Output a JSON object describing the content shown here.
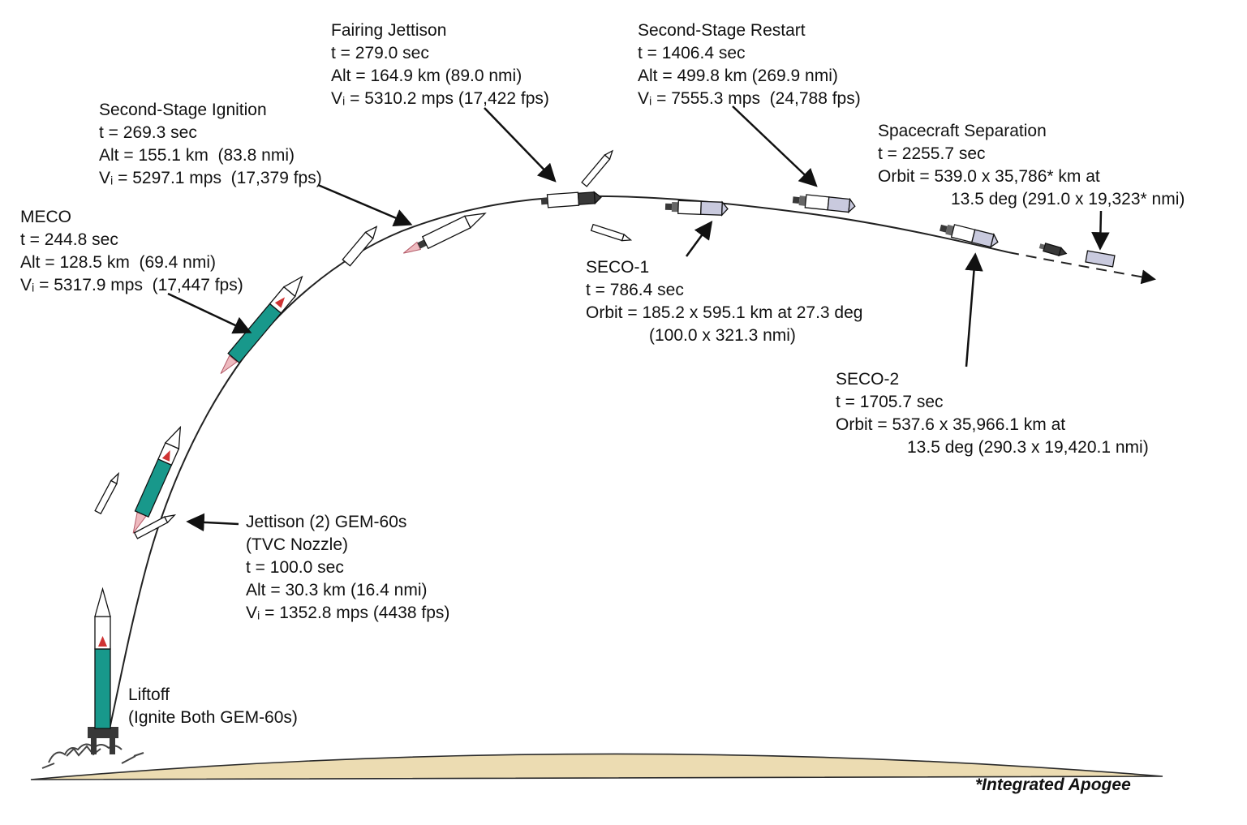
{
  "annotations": {
    "fairing_jettison": {
      "lines": [
        "Fairing Jettison",
        "t = 279.0 sec",
        "Alt = 164.9 km (89.0 nmi)",
        "Vᵢ = 5310.2 mps (17,422 fps)"
      ]
    },
    "second_stage_restart": {
      "lines": [
        "Second-Stage Restart",
        "t = 1406.4 sec",
        "Alt = 499.8 km (269.9 nmi)",
        "Vᵢ = 7555.3 mps  (24,788 fps)"
      ]
    },
    "second_stage_ignition": {
      "lines": [
        "Second-Stage Ignition",
        "t = 269.3 sec",
        "Alt = 155.1 km  (83.8 nmi)",
        "Vᵢ = 5297.1 mps  (17,379 fps)"
      ]
    },
    "spacecraft_separation": {
      "lines": [
        "Spacecraft Separation",
        "t = 2255.7 sec",
        "Orbit = 539.0 x 35,786* km at",
        "13.5 deg (291.0 x 19,323* nmi)"
      ]
    },
    "meco": {
      "lines": [
        "MECO",
        "t = 244.8 sec",
        "Alt = 128.5 km  (69.4 nmi)",
        "Vᵢ = 5317.9 mps  (17,447 fps)"
      ]
    },
    "seco_1": {
      "lines": [
        "SECO-1",
        "t = 786.4 sec",
        "Orbit = 185.2 x 595.1 km at 27.3 deg",
        "(100.0 x 321.3 nmi)"
      ]
    },
    "seco_2": {
      "lines": [
        "SECO-2",
        "t = 1705.7 sec",
        "Orbit = 537.6 x 35,966.1 km at",
        "13.5 deg (290.3 x 19,420.1 nmi)"
      ]
    },
    "gem_jettison": {
      "lines": [
        "Jettison (2) GEM-60s",
        "(TVC Nozzle)",
        "t = 100.0 sec",
        "Alt = 30.3 km (16.4 nmi)",
        "Vᵢ = 1352.8 mps (4438 fps)"
      ]
    },
    "liftoff": {
      "lines": [
        "Liftoff",
        "(Ignite Both GEM-60s)"
      ]
    }
  },
  "footnote": "*Integrated Apogee",
  "colors": {
    "stage1": "#18988b",
    "fairing": "#c9cade",
    "ground": "#ecdcb2",
    "flame": "#eebabf",
    "logo_red": "#cf3333"
  }
}
